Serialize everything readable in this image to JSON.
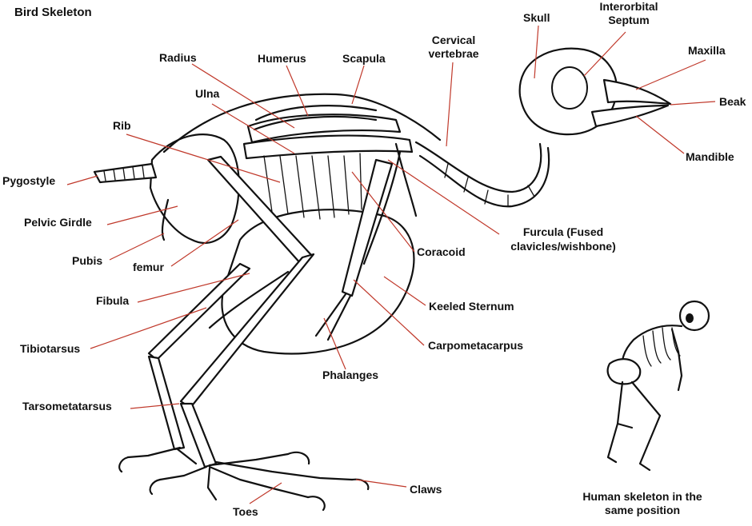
{
  "title": "Bird Skeleton",
  "colors": {
    "leader": "#c0392b",
    "ink": "#111111",
    "background": "#ffffff"
  },
  "labels": {
    "radius": "Radius",
    "humerus": "Humerus",
    "scapula": "Scapula",
    "cervical_1": "Cervical",
    "cervical_2": "vertebrae",
    "skull": "Skull",
    "interorbital_1": "Interorbital",
    "interorbital_2": "Septum",
    "maxilla": "Maxilla",
    "beak": "Beak",
    "mandible": "Mandible",
    "ulna": "Ulna",
    "rib": "Rib",
    "pygostyle": "Pygostyle",
    "pelvic_girdle": "Pelvic Girdle",
    "pubis": "Pubis",
    "femur": "femur",
    "fibula": "Fibula",
    "tibiotarsus": "Tibiotarsus",
    "tarsometatarsus": "Tarsometatarsus",
    "furcula_1": "Furcula (Fused",
    "furcula_2": "clavicles/wishbone)",
    "coracoid": "Coracoid",
    "keeled_sternum": "Keeled Sternum",
    "carpometacarpus": "Carpometacarpus",
    "phalanges": "Phalanges",
    "claws": "Claws",
    "toes": "Toes"
  },
  "human_caption": {
    "line1": "Human skeleton in the",
    "line2": "same position"
  }
}
